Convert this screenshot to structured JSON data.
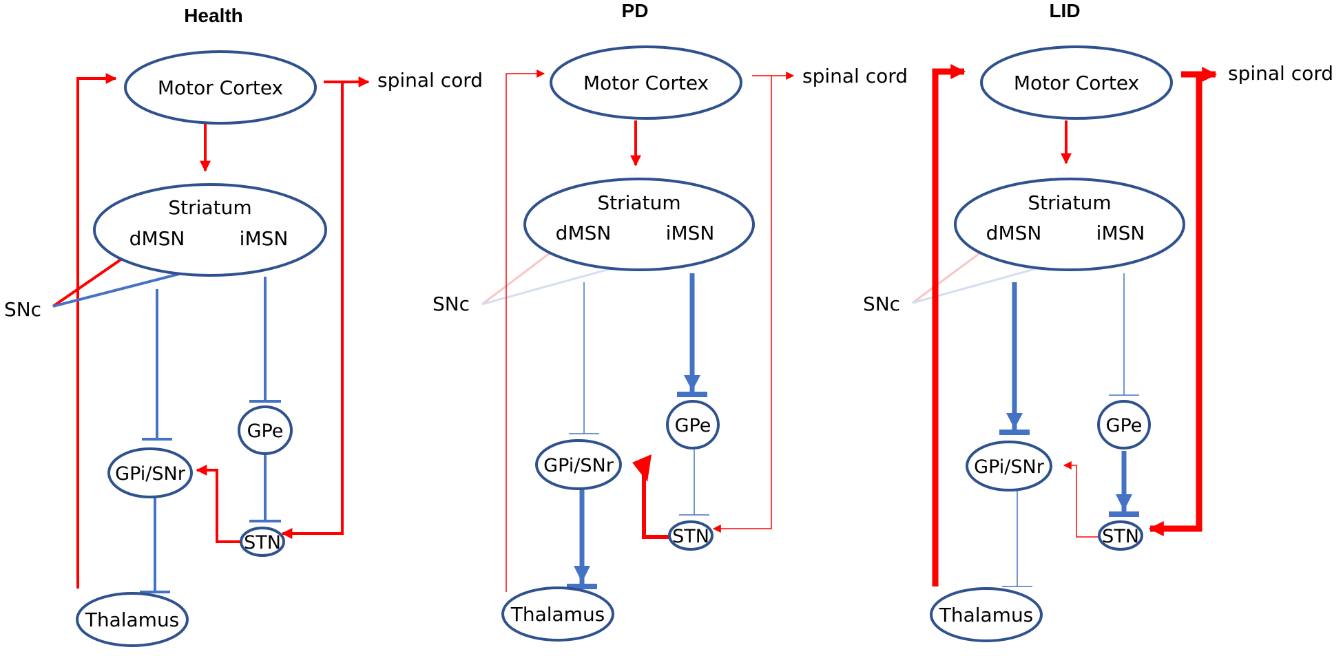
{
  "panels": [
    {
      "title": "Health",
      "nodes": {
        "motor_cortex": "Motor Cortex",
        "striatum": "Striatum",
        "dmsn": "dMSN",
        "imsn": "iMSN",
        "snc": "SNc",
        "gpe": "GPe",
        "gpi_snr": "GPi/SNr",
        "stn": "STN",
        "thalamus": "Thalamus",
        "spinal_cord": "spinal cord"
      },
      "pathway_weights": {
        "cortex_thalamus_loop": "normal",
        "cortex_spinal_stn": "normal",
        "snc_dopamine": "full",
        "dmsn_to_gpi": "normal",
        "imsn_to_gpe": "normal",
        "gpe_to_stn": "normal",
        "stn_to_gpi": "normal",
        "gpi_to_thalamus": "normal"
      }
    },
    {
      "title": "PD",
      "nodes": {
        "motor_cortex": "Motor Cortex",
        "striatum": "Striatum",
        "dmsn": "dMSN",
        "imsn": "iMSN",
        "snc": "SNc",
        "gpe": "GPe",
        "gpi_snr": "GPi/SNr",
        "stn": "STN",
        "thalamus": "Thalamus",
        "spinal_cord": "spinal cord"
      },
      "pathway_weights": {
        "cortex_thalamus_loop": "weak",
        "cortex_spinal_stn": "weak",
        "snc_dopamine": "faded",
        "dmsn_to_gpi": "weak",
        "imsn_to_gpe": "strong",
        "gpe_to_stn": "weak",
        "stn_to_gpi": "strong",
        "gpi_to_thalamus": "strong"
      }
    },
    {
      "title": "LID",
      "nodes": {
        "motor_cortex": "Motor Cortex",
        "striatum": "Striatum",
        "dmsn": "dMSN",
        "imsn": "iMSN",
        "snc": "SNc",
        "gpe": "GPe",
        "gpi_snr": "GPi/SNr",
        "stn": "STN",
        "thalamus": "Thalamus",
        "spinal_cord": "spinal cord"
      },
      "pathway_weights": {
        "cortex_thalamus_loop": "strong",
        "cortex_spinal_stn": "strong",
        "snc_dopamine": "faded",
        "dmsn_to_gpi": "strong",
        "imsn_to_gpe": "weak",
        "gpe_to_stn": "strong",
        "stn_to_gpi": "weak",
        "gpi_to_thalamus": "weak"
      }
    }
  ],
  "colors": {
    "excitatory": "#ff0000",
    "inhibitory": "#4472c4",
    "node_outline": "#2f528f",
    "excitatory_faded": "#f8c6c6",
    "inhibitory_faded": "#d3def2"
  }
}
